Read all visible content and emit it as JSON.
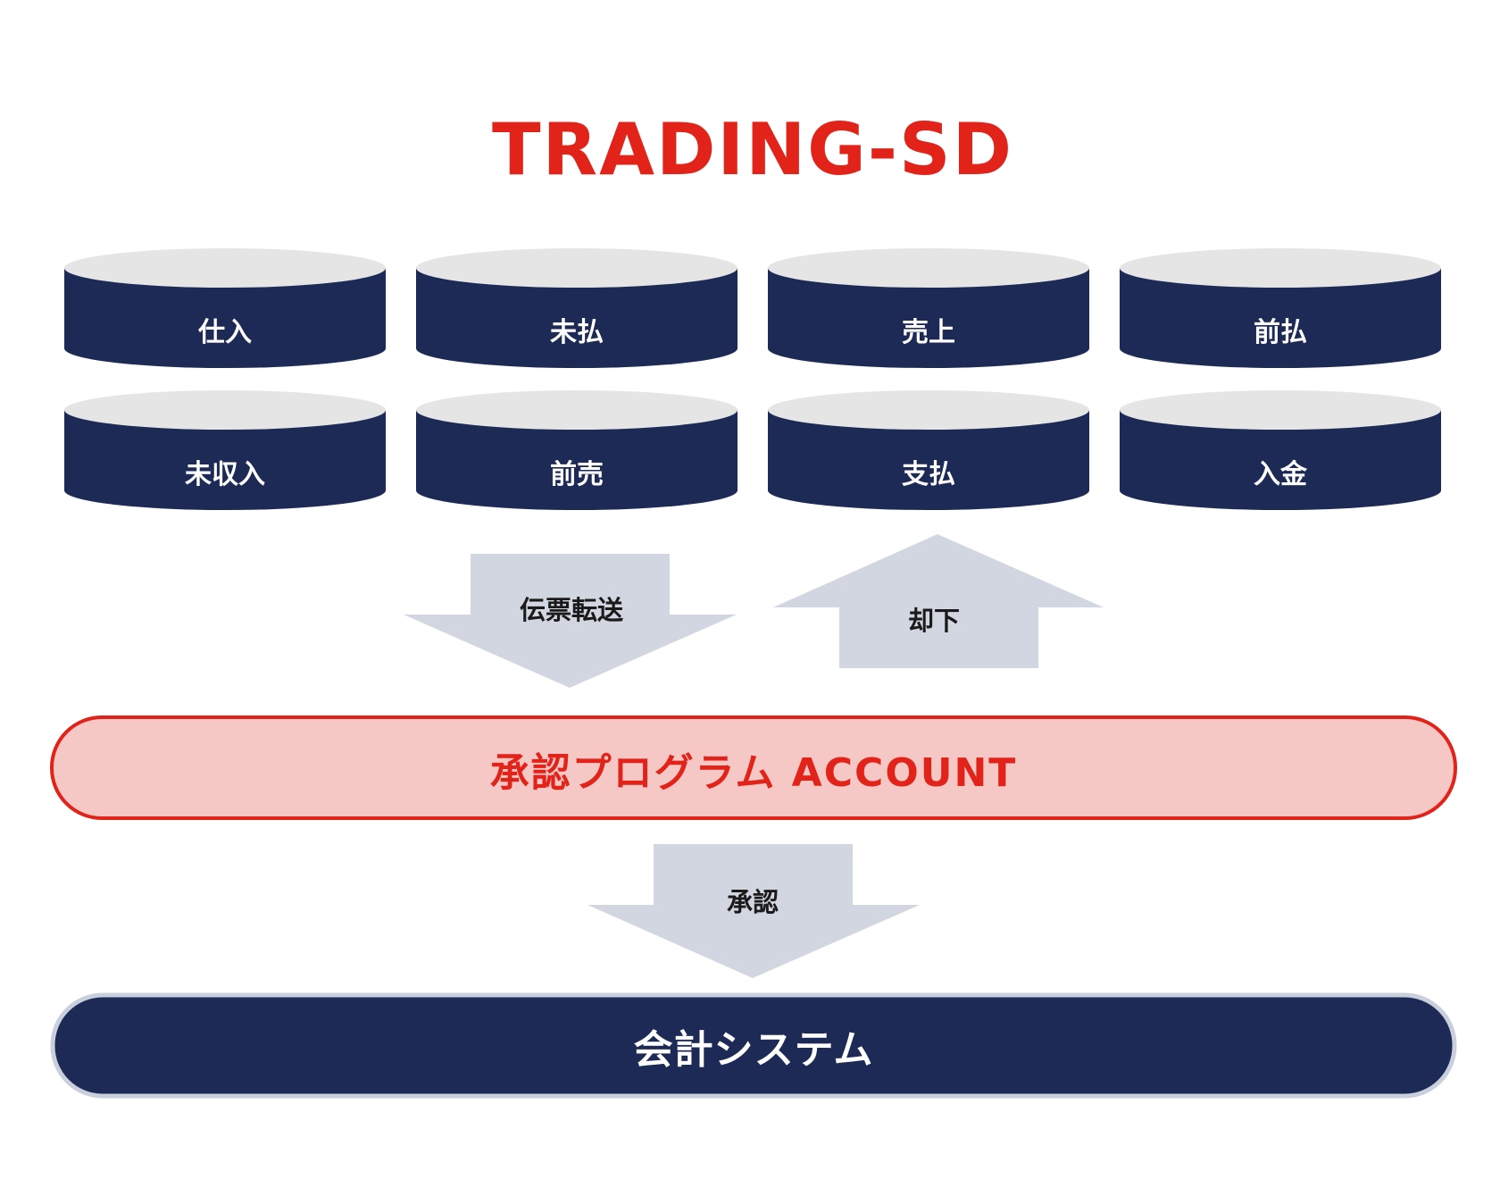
{
  "title": "TRADING-SD",
  "databases": [
    {
      "label": "仕入"
    },
    {
      "label": "未払"
    },
    {
      "label": "売上"
    },
    {
      "label": "前払"
    },
    {
      "label": "未収入"
    },
    {
      "label": "前売"
    },
    {
      "label": "支払"
    },
    {
      "label": "入金"
    }
  ],
  "arrows": {
    "transfer": "伝票転送",
    "reject": "却下",
    "approve": "承認"
  },
  "approval_program": "承認プログラム ACCOUNT",
  "accounting_system": "会計システム",
  "colors": {
    "brand_red": "#e2231a",
    "navy": "#1c2a55",
    "disk_top": "#e5e5e5",
    "arrow_gray": "#d2d6e0",
    "approval_fill": "#f6c8c5",
    "accounting_border": "#c9cfdc"
  }
}
